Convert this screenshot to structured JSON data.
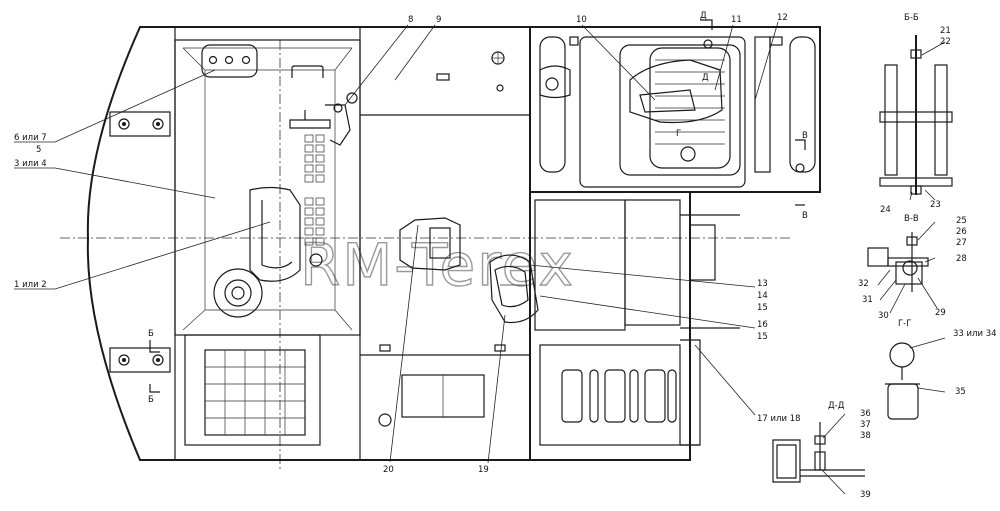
{
  "watermark": "RM-Terex",
  "labels": {
    "l_6_7": "6 или 7",
    "l_5": "5",
    "l_3_4": "3 или 4",
    "l_1_2": "1 или 2",
    "l_8": "8",
    "l_9": "9",
    "l_10": "10",
    "l_11": "11",
    "l_12": "12",
    "l_13": "13",
    "l_14": "14",
    "l_15a": "15",
    "l_16": "16",
    "l_15b": "15",
    "l_17_18": "17 или 18",
    "l_19": "19",
    "l_20": "20",
    "l_21": "21",
    "l_22": "22",
    "l_23": "23",
    "l_24": "24",
    "l_25": "25",
    "l_26": "26",
    "l_27": "27",
    "l_28": "28",
    "l_29": "29",
    "l_30": "30",
    "l_31": "31",
    "l_32": "32",
    "l_33_34": "33 или 34",
    "l_35": "35",
    "l_36": "36",
    "l_37": "37",
    "l_38": "38",
    "l_39": "39"
  },
  "section_marks": {
    "bb_title": "Б-Б",
    "vv_title": "В-В",
    "gg_title": "Г-Г",
    "dd_title": "Д-Д",
    "b_top": "Б",
    "b_bottom": "Б",
    "v_right": "В",
    "v_lower": "В",
    "d_top": "Д",
    "d_inner": "Д",
    "g_inner": "Г"
  }
}
